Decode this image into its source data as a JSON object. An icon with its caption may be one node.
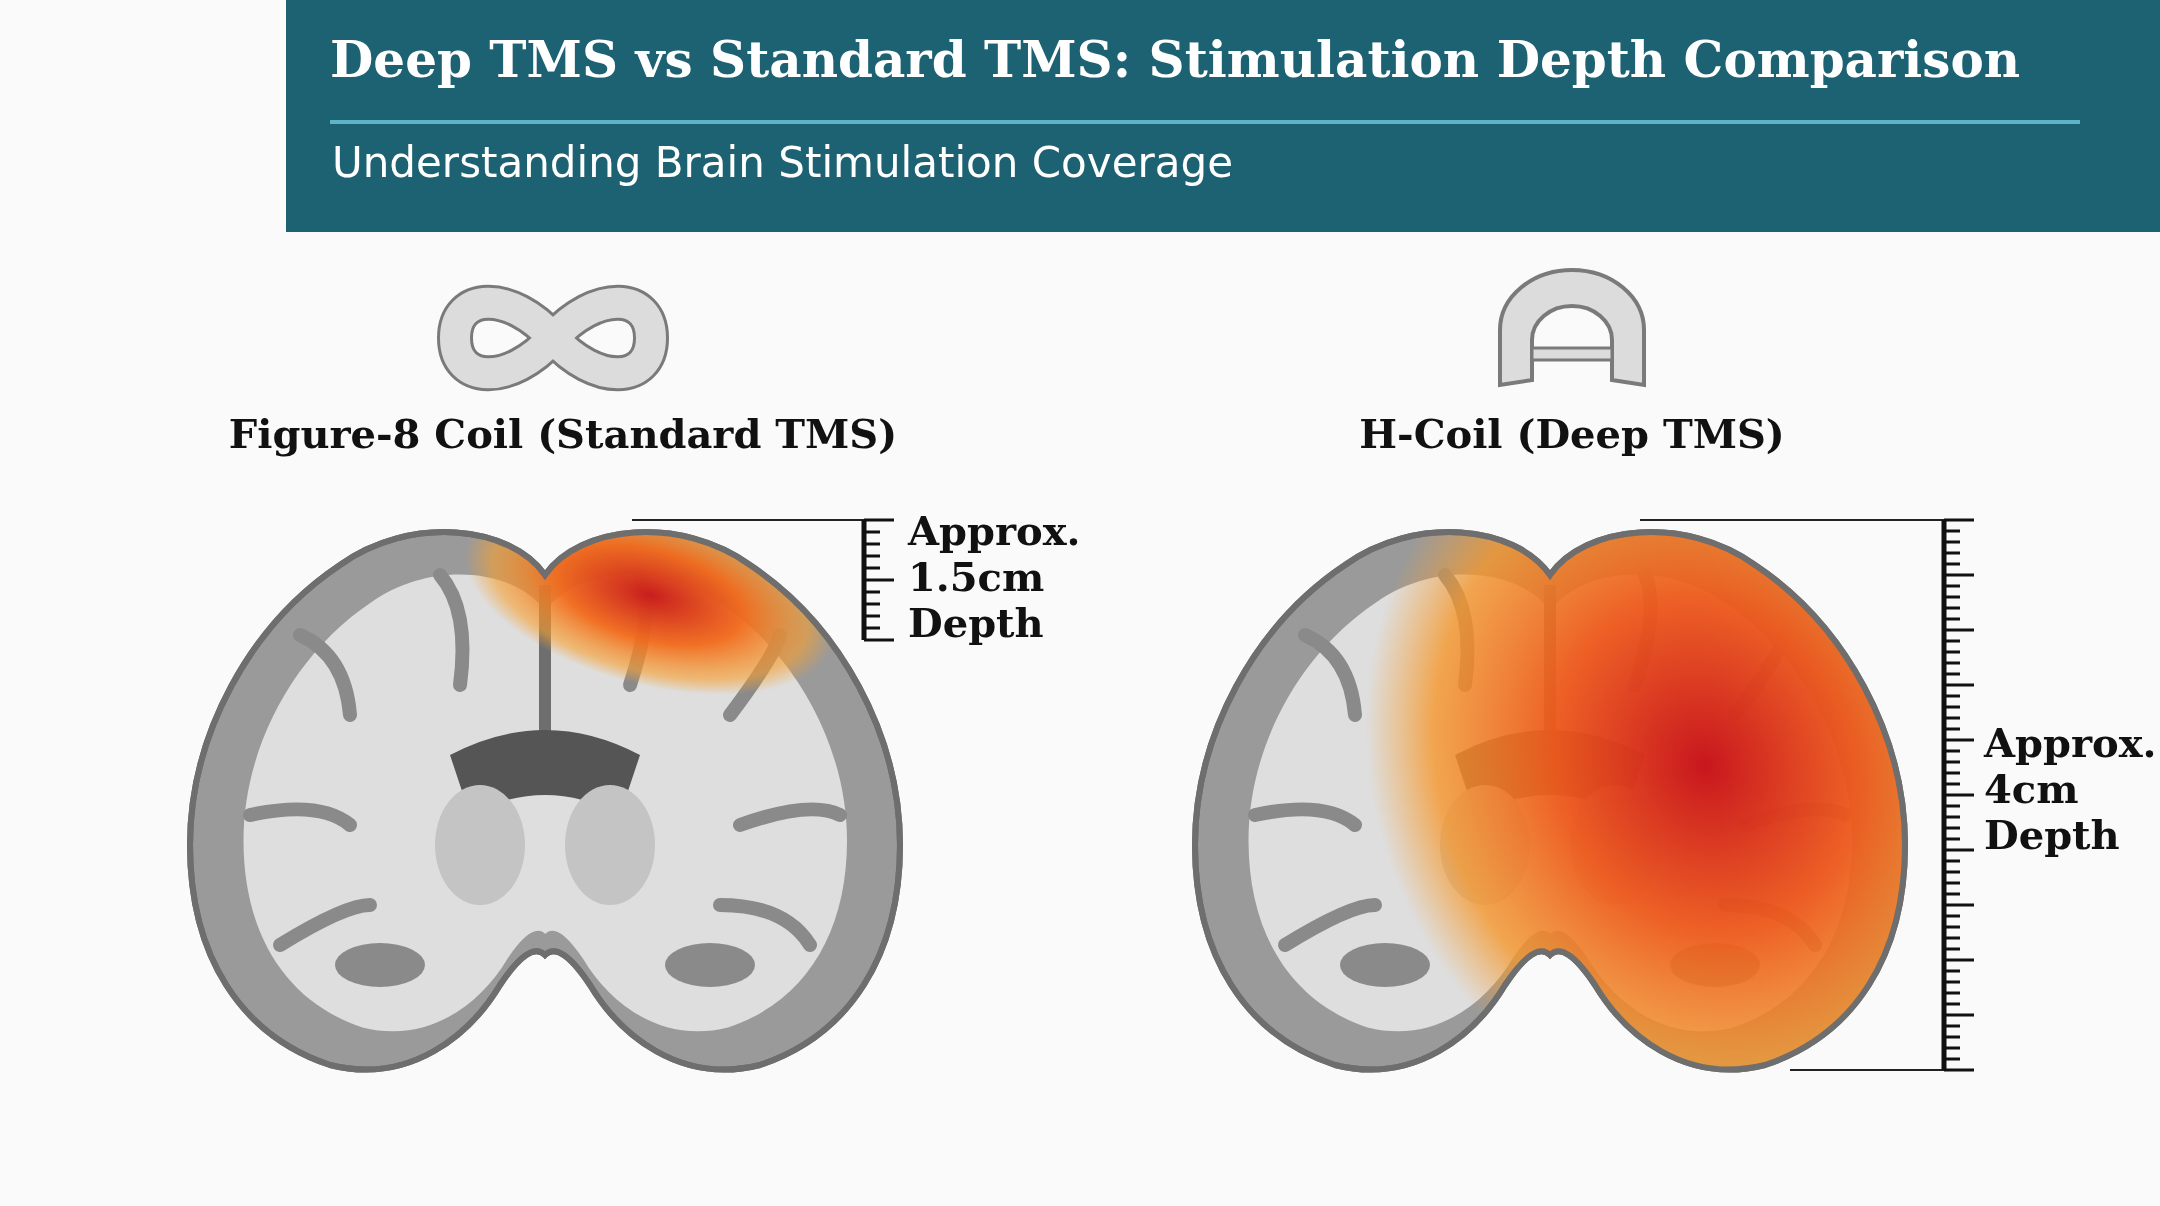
{
  "diagram": {
    "title": "Deep TMS vs Standard TMS: Stimulation Depth Comparison",
    "labels": [
      "Understanding Brain Stimulation Coverage",
      "Figure-8 Coil (Standard TMS)",
      "Approx. 1.5cm Depth",
      "H-Coil (Deep TMS)",
      "Approx. 4cm Depth"
    ]
  }
}
